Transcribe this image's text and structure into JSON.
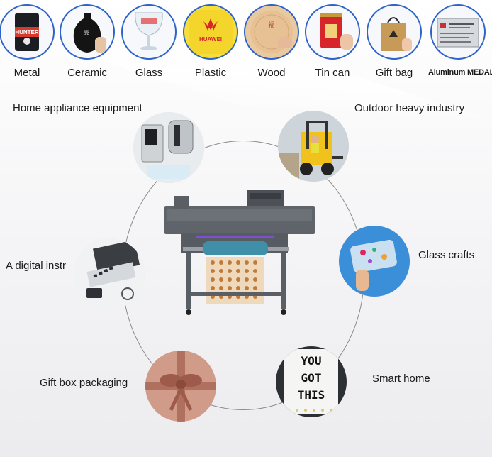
{
  "materials": [
    {
      "label": "Metal",
      "icon": "metal-can-icon"
    },
    {
      "label": "Ceramic",
      "icon": "ceramic-vase-icon"
    },
    {
      "label": "Glass",
      "icon": "wine-glass-icon"
    },
    {
      "label": "Plastic",
      "icon": "plastic-box-icon"
    },
    {
      "label": "Wood",
      "icon": "wood-plate-icon"
    },
    {
      "label": "Tin can",
      "icon": "tin-can-icon"
    },
    {
      "label": "Gift bag",
      "icon": "gift-bag-icon"
    },
    {
      "label": "Aluminum MEDALS",
      "icon": "aluminum-plate-icon"
    }
  ],
  "product_text": {
    "metal_brand": "HUNTER",
    "plastic_brand": "HUAWEI",
    "sign_lines": [
      "YOU",
      "GOT",
      "THIS"
    ]
  },
  "applications": {
    "home_appliance": "Home appliance equipment",
    "outdoor": "Outdoor heavy industry",
    "digital": "A digital instr",
    "glass_crafts": "Glass crafts",
    "gift_box": "Gift box packaging",
    "smart_home": "Smart home"
  },
  "colors": {
    "ring_border": "#2e63c9",
    "printer_body": "#5f646b",
    "roller": "#3f8fa8"
  }
}
